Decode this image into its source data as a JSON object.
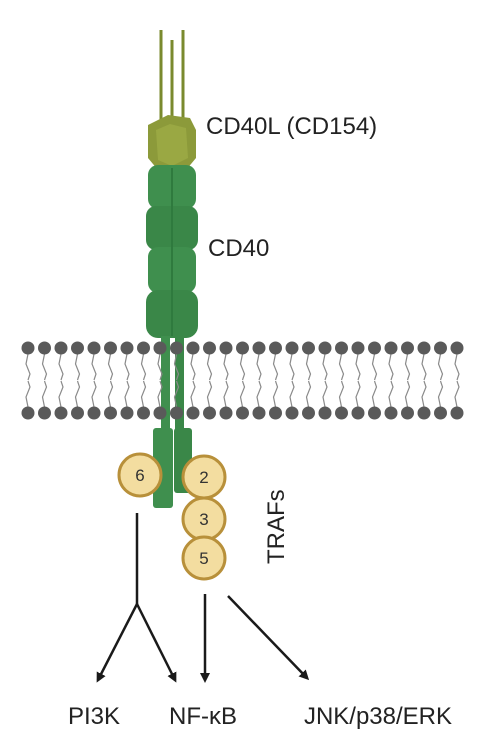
{
  "labels": {
    "ligand": "CD40L (CD154)",
    "receptor": "CD40",
    "trafs": "TRAFs"
  },
  "trafs": [
    "6",
    "2",
    "3",
    "5"
  ],
  "outputs": {
    "pi3k": "PI3K",
    "nfkb": "NF-κB",
    "mapk": "JNK/p38/ERK"
  },
  "colors": {
    "ligand": "#8c9a3a",
    "ligand_stalk": "#7a8a2e",
    "receptor": "#3f8f4e",
    "receptor_dark": "#2f7a3e",
    "membrane_head": "#5a5a5a",
    "traf_fill": "#f3dda0",
    "traf_stroke": "#b8903a",
    "arrow": "#1a1a1a"
  }
}
